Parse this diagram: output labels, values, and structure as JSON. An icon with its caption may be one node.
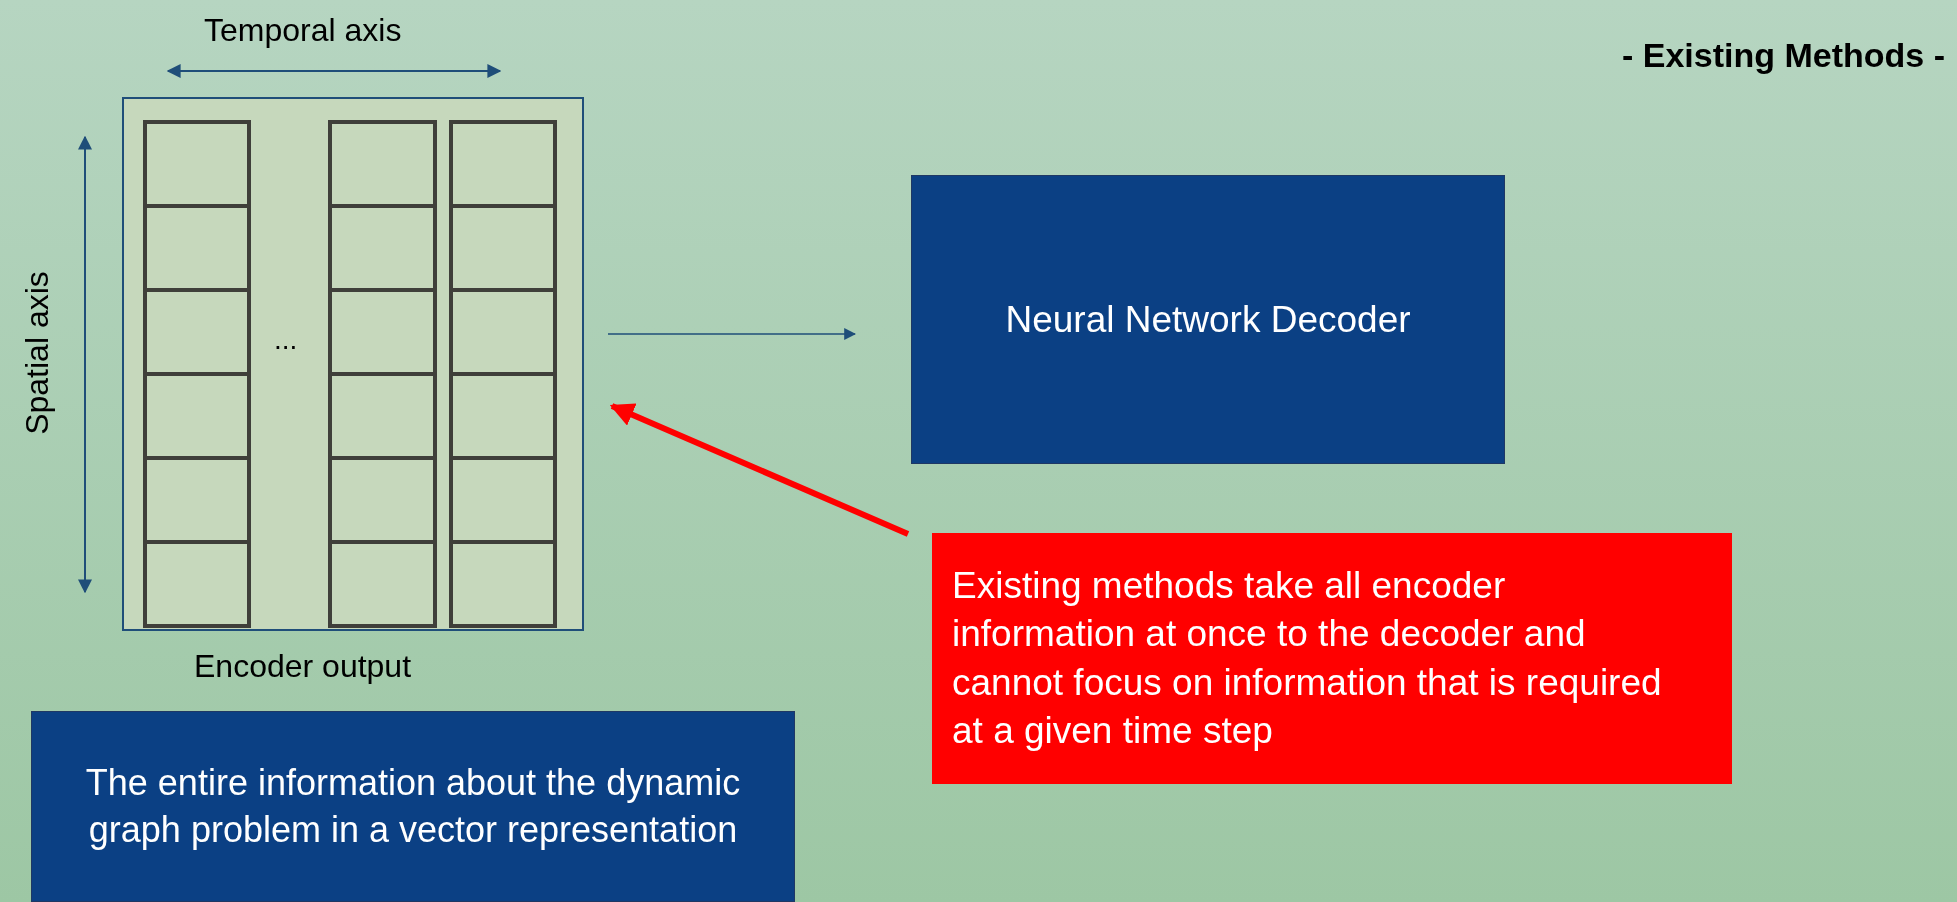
{
  "diagram": {
    "title": "- Existing Methods -",
    "nodes": [
      {
        "text": [],
        "shape": "box",
        "beside": [
          "Encoder output"
        ]
      },
      {
        "text": [
          "Neural Network Decoder"
        ]
      },
      {
        "text": [
          "Existing methods take all encoder information at once to the decoder and cannot focus on information that is required at a given time step"
        ]
      },
      {
        "text": [
          "The entire information about the dynamic graph problem in a vector representation"
        ]
      }
    ],
    "edges": [
      {
        "from": 0,
        "to": 1,
        "arrow": "to"
      },
      {
        "from": 2,
        "to": 0,
        "arrow": "to",
        "style": "thick",
        "color": "#ff0000"
      }
    ],
    "labels": [
      "Temporal axis",
      "Spatial axis",
      "..."
    ]
  }
}
